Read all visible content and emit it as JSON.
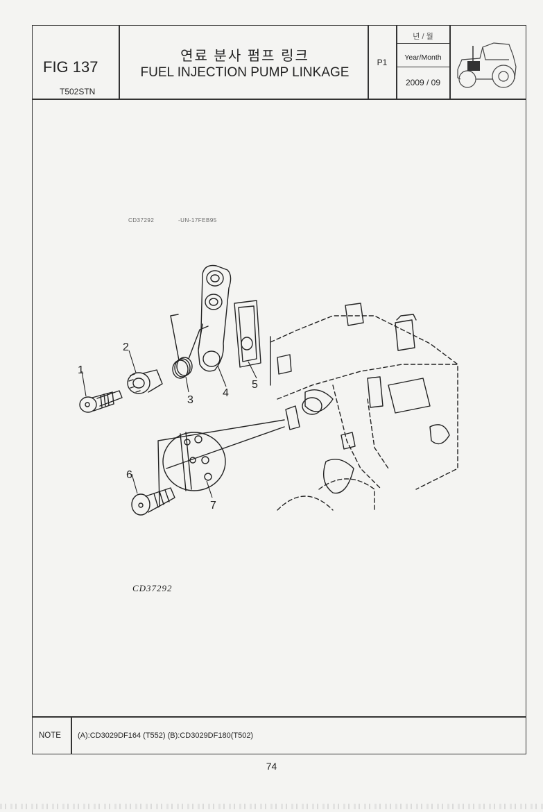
{
  "header": {
    "fig_label": "FIG 137",
    "model": "T502STN",
    "title_korean": "연료 분사 펌프 링크",
    "title_english": "FUEL INJECTION PUMP LINKAGE",
    "page_label": "P1",
    "year_month_korean": "년 / 월",
    "year_month_english": "Year/Month",
    "date": "2009 / 09",
    "tractor_icon": "tractor-icon"
  },
  "diagram": {
    "code_left": "CD37292",
    "code_right": "-UN-17FEB95",
    "caption": "CD37292",
    "callouts": [
      "1",
      "2",
      "3",
      "4",
      "5",
      "6",
      "7"
    ]
  },
  "note": {
    "label": "NOTE",
    "text": "(A):CD3029DF164 (T552)  (B):CD3029DF180(T502)"
  },
  "page_number": "74"
}
